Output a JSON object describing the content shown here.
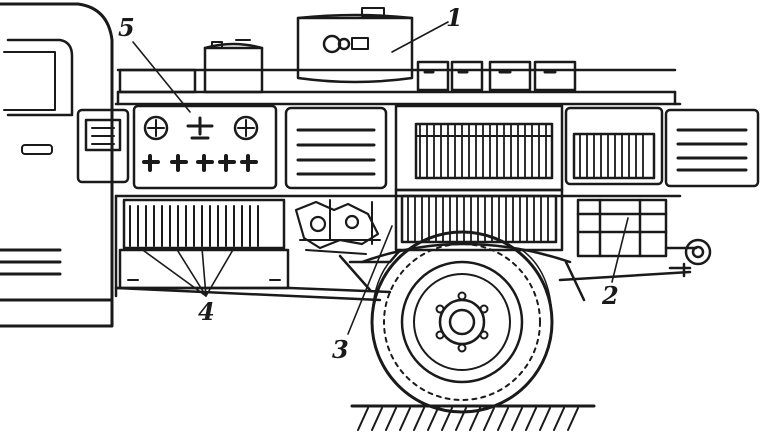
{
  "diagram": {
    "callouts": [
      {
        "id": "callout-1",
        "text": "1"
      },
      {
        "id": "callout-2",
        "text": "2"
      },
      {
        "id": "callout-3",
        "text": "3"
      },
      {
        "id": "callout-4",
        "text": "4"
      },
      {
        "id": "callout-5",
        "text": "5"
      }
    ]
  },
  "colors": {
    "ink": "#1a1a1a",
    "paper": "#ffffff"
  }
}
